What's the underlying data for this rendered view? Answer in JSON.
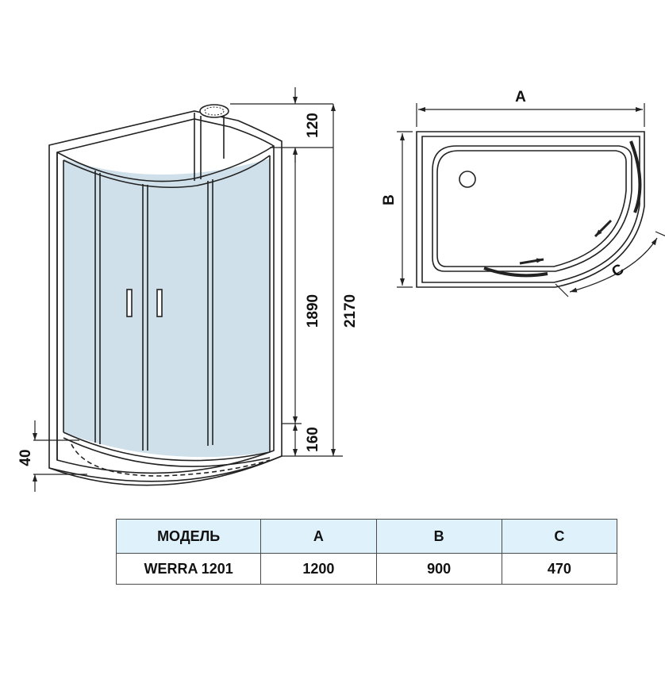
{
  "diagram": {
    "front_view": {
      "dimensions": {
        "top_head": "120",
        "cabin_height": "1890",
        "total_height": "2170",
        "tray_height": "160",
        "leg_height": "40"
      }
    },
    "top_view": {
      "labels": {
        "a": "A",
        "b": "B",
        "c": "C"
      }
    }
  },
  "table": {
    "headers": [
      "МОДЕЛЬ",
      "A",
      "B",
      "C"
    ],
    "rows": [
      [
        "WERRA 1201",
        "1200",
        "900",
        "470"
      ]
    ]
  },
  "colors": {
    "glass": "#cfe0ea",
    "header_fill": "#dff1fb",
    "line": "#222222"
  }
}
